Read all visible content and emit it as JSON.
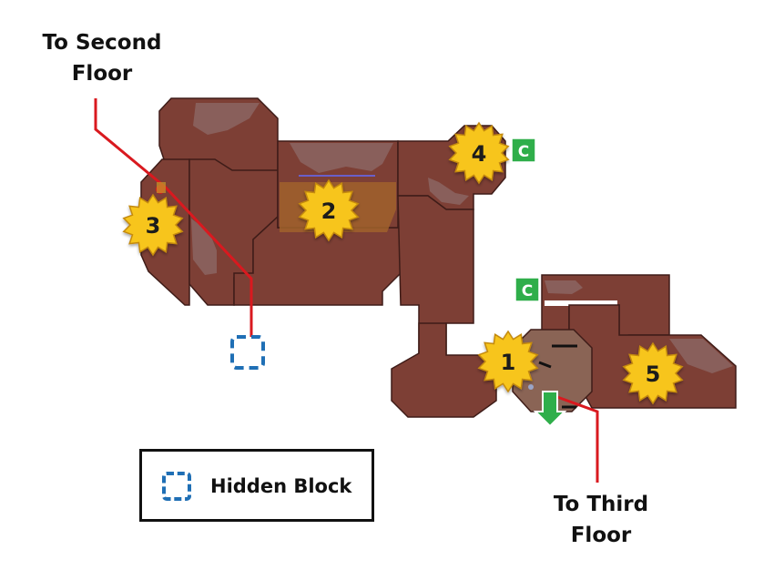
{
  "labels": {
    "to_second_floor": [
      "To Second",
      "Floor"
    ],
    "to_third_floor": [
      "To Third",
      "Floor"
    ]
  },
  "stars": [
    "1",
    "2",
    "3",
    "4",
    "5"
  ],
  "checkpoints": [
    "C",
    "C"
  ],
  "legend": {
    "hidden_block_label": "Hidden Block"
  },
  "colors": {
    "floor": "#7d3f35",
    "floor_edge": "#3e1c18",
    "star": "#f7c51a",
    "checkpoint": "#2fae4a",
    "route_line": "#d9191f",
    "hidden_block": "#1f6fb5",
    "sand": "#a0622c"
  }
}
